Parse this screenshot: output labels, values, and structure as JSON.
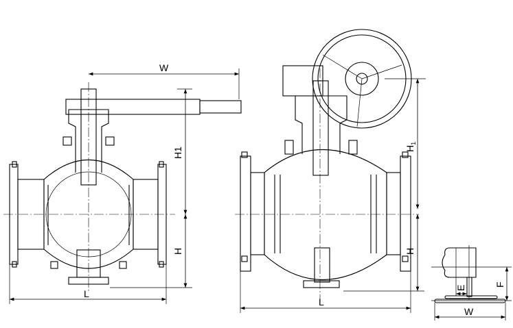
{
  "drawings": {
    "lever_valve": {
      "labels": {
        "w": "W",
        "h1": "H1",
        "h": "H",
        "l": "L"
      }
    },
    "gear_valve": {
      "labels": {
        "h1_main": "H",
        "h1_sub": "1",
        "h": "H",
        "l": "L"
      }
    },
    "gear_box_detail": {
      "labels": {
        "f": "F",
        "e": "E",
        "w": "W"
      }
    }
  }
}
